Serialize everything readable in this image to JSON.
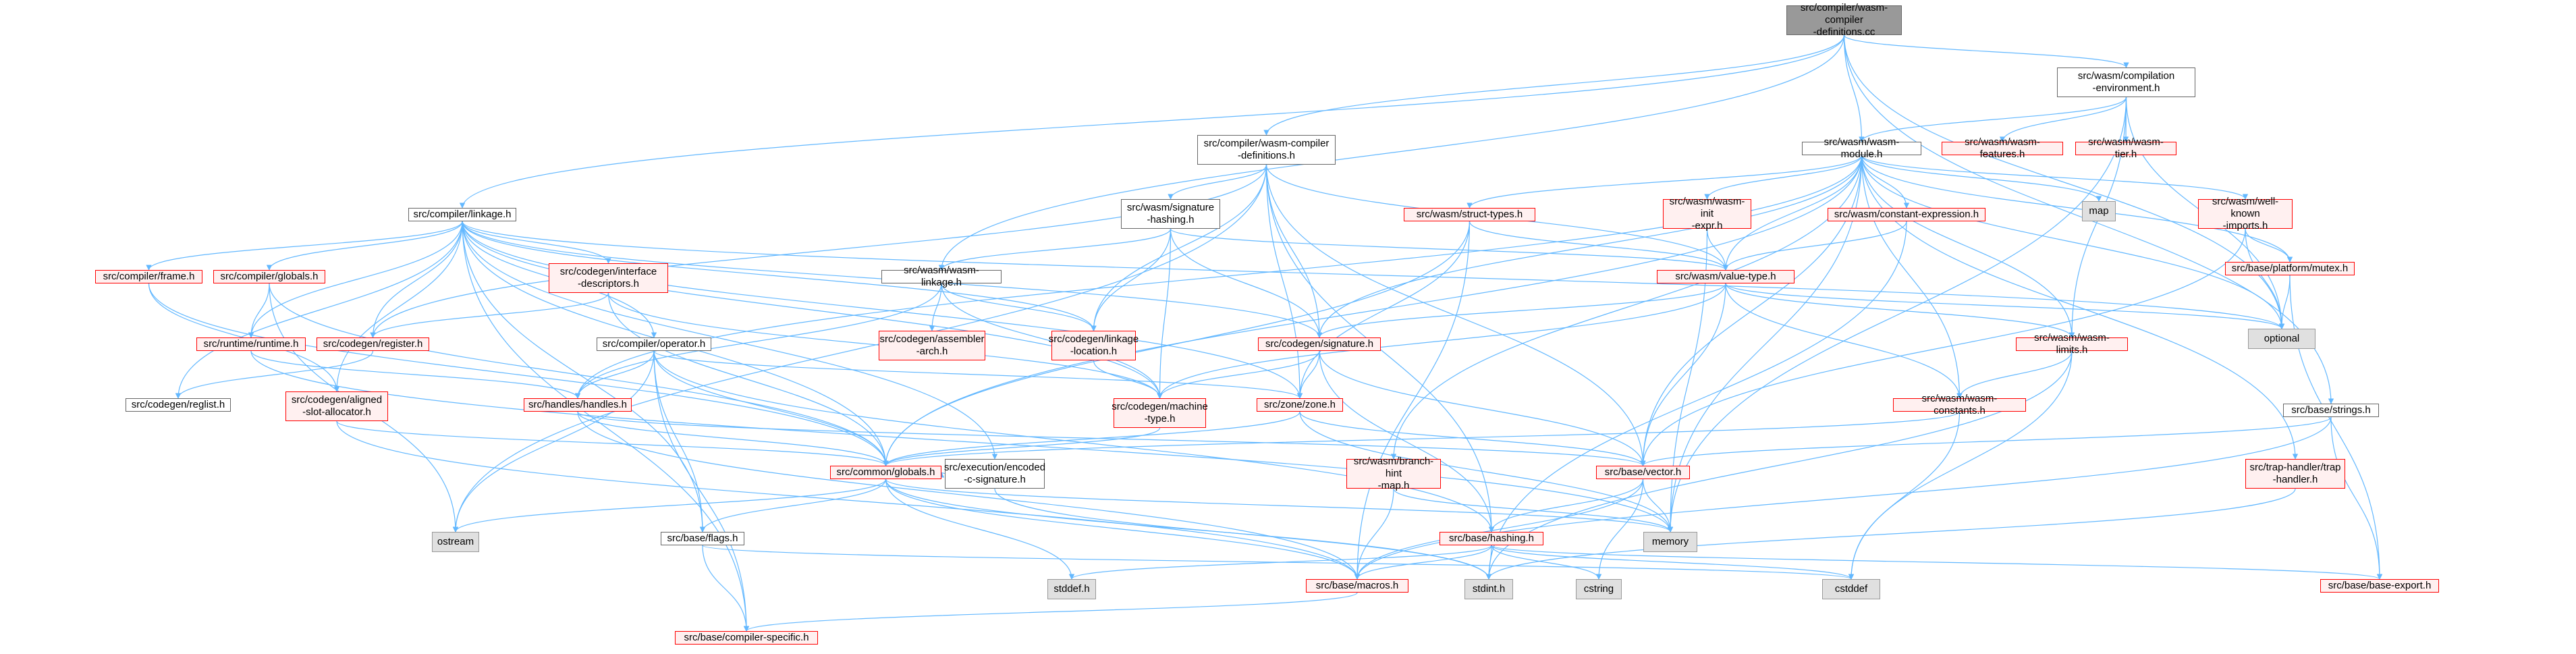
{
  "graph": {
    "nodes": [
      {
        "id": "root",
        "label": "src/compiler/wasm-compiler\n-definitions.cc",
        "kind": "root"
      },
      {
        "id": "compenv",
        "label": "src/wasm/compilation\n-environment.h",
        "kind": "internal"
      },
      {
        "id": "wcdh",
        "label": "src/compiler/wasm-compiler\n-definitions.h",
        "kind": "internal"
      },
      {
        "id": "wasmmodule",
        "label": "src/wasm/wasm-module.h",
        "kind": "internal"
      },
      {
        "id": "wasmfeatures",
        "label": "src/wasm/wasm-features.h",
        "kind": "missing"
      },
      {
        "id": "wasmtier",
        "label": "src/wasm/wasm-tier.h",
        "kind": "missing"
      },
      {
        "id": "linkage",
        "label": "src/compiler/linkage.h",
        "kind": "internal"
      },
      {
        "id": "sighash",
        "label": "src/wasm/signature\n-hashing.h",
        "kind": "internal"
      },
      {
        "id": "structtypes",
        "label": "src/wasm/struct-types.h",
        "kind": "missing"
      },
      {
        "id": "initexpr",
        "label": "src/wasm/wasm-init\n-expr.h",
        "kind": "missing"
      },
      {
        "id": "constexpr",
        "label": "src/wasm/constant-expression.h",
        "kind": "missing"
      },
      {
        "id": "map",
        "label": "map",
        "kind": "system"
      },
      {
        "id": "wellknown",
        "label": "src/wasm/well-known\n-imports.h",
        "kind": "missing"
      },
      {
        "id": "mutex",
        "label": "src/base/platform/mutex.h",
        "kind": "missing"
      },
      {
        "id": "optional",
        "label": "optional",
        "kind": "system"
      },
      {
        "id": "frame",
        "label": "src/compiler/frame.h",
        "kind": "missing"
      },
      {
        "id": "cglobals",
        "label": "src/compiler/globals.h",
        "kind": "missing"
      },
      {
        "id": "ifacedesc",
        "label": "src/codegen/interface\n-descriptors.h",
        "kind": "missing"
      },
      {
        "id": "wasmlinkage",
        "label": "src/wasm/wasm-linkage.h",
        "kind": "internal"
      },
      {
        "id": "valuetype",
        "label": "src/wasm/value-type.h",
        "kind": "missing"
      },
      {
        "id": "runtime",
        "label": "src/runtime/runtime.h",
        "kind": "missing"
      },
      {
        "id": "register",
        "label": "src/codegen/register.h",
        "kind": "missing"
      },
      {
        "id": "operator",
        "label": "src/compiler/operator.h",
        "kind": "internal"
      },
      {
        "id": "asmarch",
        "label": "src/codegen/assembler\n-arch.h",
        "kind": "missing"
      },
      {
        "id": "linkloc",
        "label": "src/codegen/linkage\n-location.h",
        "kind": "missing"
      },
      {
        "id": "signature",
        "label": "src/codegen/signature.h",
        "kind": "missing"
      },
      {
        "id": "wasmlimits",
        "label": "src/wasm/wasm-limits.h",
        "kind": "missing"
      },
      {
        "id": "reglist",
        "label": "src/codegen/reglist.h",
        "kind": "internal"
      },
      {
        "id": "slotalloc",
        "label": "src/codegen/aligned\n-slot-allocator.h",
        "kind": "missing"
      },
      {
        "id": "handles",
        "label": "src/handles/handles.h",
        "kind": "missing"
      },
      {
        "id": "machtype",
        "label": "src/codegen/machine\n-type.h",
        "kind": "missing"
      },
      {
        "id": "zone",
        "label": "src/zone/zone.h",
        "kind": "missing"
      },
      {
        "id": "wasmconst",
        "label": "src/wasm/wasm-constants.h",
        "kind": "missing"
      },
      {
        "id": "strings",
        "label": "src/base/strings.h",
        "kind": "internal"
      },
      {
        "id": "globals",
        "label": "src/common/globals.h",
        "kind": "missing"
      },
      {
        "id": "encsig",
        "label": "src/execution/encoded\n-c-signature.h",
        "kind": "internal"
      },
      {
        "id": "bhmap",
        "label": "src/wasm/branch-hint\n-map.h",
        "kind": "missing"
      },
      {
        "id": "vector",
        "label": "src/base/vector.h",
        "kind": "missing"
      },
      {
        "id": "traphandler",
        "label": "src/trap-handler/trap\n-handler.h",
        "kind": "missing"
      },
      {
        "id": "ostream",
        "label": "ostream",
        "kind": "system"
      },
      {
        "id": "flags",
        "label": "src/base/flags.h",
        "kind": "internal"
      },
      {
        "id": "memory",
        "label": "memory",
        "kind": "system"
      },
      {
        "id": "hashing",
        "label": "src/base/hashing.h",
        "kind": "missing"
      },
      {
        "id": "stddef",
        "label": "stddef.h",
        "kind": "system"
      },
      {
        "id": "macros",
        "label": "src/base/macros.h",
        "kind": "missing"
      },
      {
        "id": "stdint",
        "label": "stdint.h",
        "kind": "system"
      },
      {
        "id": "cstring",
        "label": "cstring",
        "kind": "system"
      },
      {
        "id": "cstddef",
        "label": "cstddef",
        "kind": "system"
      },
      {
        "id": "baseexport",
        "label": "src/base/base-export.h",
        "kind": "missing"
      },
      {
        "id": "compspec",
        "label": "src/base/compiler-specific.h",
        "kind": "missing"
      }
    ],
    "edges": [
      [
        "root",
        "compenv"
      ],
      [
        "root",
        "wcdh"
      ],
      [
        "root",
        "wasmmodule"
      ],
      [
        "root",
        "linkage"
      ],
      [
        "root",
        "wasmlinkage"
      ],
      [
        "root",
        "optional"
      ],
      [
        "root",
        "strings"
      ],
      [
        "compenv",
        "wasmfeatures"
      ],
      [
        "compenv",
        "wasmtier"
      ],
      [
        "compenv",
        "wasmmodule"
      ],
      [
        "compenv",
        "wasmlimits"
      ],
      [
        "compenv",
        "memory"
      ],
      [
        "compenv",
        "optional"
      ],
      [
        "wcdh",
        "sighash"
      ],
      [
        "wcdh",
        "signature"
      ],
      [
        "wcdh",
        "linkloc"
      ],
      [
        "wcdh",
        "valuetype"
      ],
      [
        "wcdh",
        "zone"
      ],
      [
        "wcdh",
        "hashing"
      ],
      [
        "wcdh",
        "ostream"
      ],
      [
        "wcdh",
        "vector"
      ],
      [
        "wcdh",
        "register"
      ],
      [
        "wasmmodule",
        "structtypes"
      ],
      [
        "wasmmodule",
        "initexpr"
      ],
      [
        "wasmmodule",
        "constexpr"
      ],
      [
        "wasmmodule",
        "map"
      ],
      [
        "wasmmodule",
        "wellknown"
      ],
      [
        "wasmmodule",
        "mutex"
      ],
      [
        "wasmmodule",
        "optional"
      ],
      [
        "wasmmodule",
        "wasmlimits"
      ],
      [
        "wasmmodule",
        "wasmconst"
      ],
      [
        "wasmmodule",
        "signature"
      ],
      [
        "wasmmodule",
        "handles"
      ],
      [
        "wasmmodule",
        "globals"
      ],
      [
        "wasmmodule",
        "bhmap"
      ],
      [
        "wasmmodule",
        "vector"
      ],
      [
        "wasmmodule",
        "traphandler"
      ],
      [
        "wasmmodule",
        "memory"
      ],
      [
        "wasmmodule",
        "valuetype"
      ],
      [
        "linkage",
        "frame"
      ],
      [
        "linkage",
        "cglobals"
      ],
      [
        "linkage",
        "ifacedesc"
      ],
      [
        "linkage",
        "operator"
      ],
      [
        "linkage",
        "runtime"
      ],
      [
        "linkage",
        "register"
      ],
      [
        "linkage",
        "reglist"
      ],
      [
        "linkage",
        "signature"
      ],
      [
        "linkage",
        "linkloc"
      ],
      [
        "linkage",
        "machtype"
      ],
      [
        "linkage",
        "zone"
      ],
      [
        "linkage",
        "globals"
      ],
      [
        "linkage",
        "flags"
      ],
      [
        "linkage",
        "compspec"
      ],
      [
        "linkage",
        "encsig"
      ],
      [
        "linkage",
        "optional"
      ],
      [
        "linkage",
        "slotalloc"
      ],
      [
        "sighash",
        "signature"
      ],
      [
        "sighash",
        "linkloc"
      ],
      [
        "sighash",
        "machtype"
      ],
      [
        "sighash",
        "wasmlinkage"
      ],
      [
        "sighash",
        "valuetype"
      ],
      [
        "structtypes",
        "valuetype"
      ],
      [
        "structtypes",
        "zone"
      ],
      [
        "structtypes",
        "globals"
      ],
      [
        "structtypes",
        "macros"
      ],
      [
        "initexpr",
        "valuetype"
      ],
      [
        "initexpr",
        "memory"
      ],
      [
        "constexpr",
        "valuetype"
      ],
      [
        "constexpr",
        "stdint"
      ],
      [
        "wellknown",
        "mutex"
      ],
      [
        "wellknown",
        "vector"
      ],
      [
        "wellknown",
        "optional"
      ],
      [
        "mutex",
        "optional"
      ],
      [
        "mutex",
        "baseexport"
      ],
      [
        "frame",
        "slotalloc"
      ],
      [
        "frame",
        "globals"
      ],
      [
        "cglobals",
        "runtime"
      ],
      [
        "cglobals",
        "globals"
      ],
      [
        "cglobals",
        "ostream"
      ],
      [
        "ifacedesc",
        "register"
      ],
      [
        "ifacedesc",
        "machtype"
      ],
      [
        "ifacedesc",
        "globals"
      ],
      [
        "wasmlinkage",
        "asmarch"
      ],
      [
        "wasmlinkage",
        "linkloc"
      ],
      [
        "wasmlinkage",
        "machtype"
      ],
      [
        "wasmlinkage",
        "handles"
      ],
      [
        "valuetype",
        "signature"
      ],
      [
        "valuetype",
        "machtype"
      ],
      [
        "valuetype",
        "wasmconst"
      ],
      [
        "valuetype",
        "vector"
      ],
      [
        "valuetype",
        "wasmlimits"
      ],
      [
        "valuetype",
        "optional"
      ],
      [
        "runtime",
        "handles"
      ],
      [
        "runtime",
        "memory"
      ],
      [
        "register",
        "reglist"
      ],
      [
        "operator",
        "handles"
      ],
      [
        "operator",
        "zone"
      ],
      [
        "operator",
        "globals"
      ],
      [
        "operator",
        "flags"
      ],
      [
        "operator",
        "compspec"
      ],
      [
        "operator",
        "ostream"
      ],
      [
        "operator",
        "hashing"
      ],
      [
        "linkloc",
        "machtype"
      ],
      [
        "signature",
        "zone"
      ],
      [
        "signature",
        "machtype"
      ],
      [
        "signature",
        "hashing"
      ],
      [
        "signature",
        "vector"
      ],
      [
        "wasmlimits",
        "wasmconst"
      ],
      [
        "wasmlimits",
        "cstddef"
      ],
      [
        "wasmlimits",
        "stdint"
      ],
      [
        "slotalloc",
        "globals"
      ],
      [
        "slotalloc",
        "macros"
      ],
      [
        "handles",
        "globals"
      ],
      [
        "handles",
        "macros"
      ],
      [
        "handles",
        "vector"
      ],
      [
        "machtype",
        "globals"
      ],
      [
        "zone",
        "globals"
      ],
      [
        "zone",
        "vector"
      ],
      [
        "zone",
        "memory"
      ],
      [
        "wasmconst",
        "globals"
      ],
      [
        "wasmconst",
        "cstddef"
      ],
      [
        "strings",
        "vector"
      ],
      [
        "strings",
        "baseexport"
      ],
      [
        "strings",
        "macros"
      ],
      [
        "globals",
        "ostream"
      ],
      [
        "globals",
        "flags"
      ],
      [
        "globals",
        "memory"
      ],
      [
        "globals",
        "stddef"
      ],
      [
        "globals",
        "macros"
      ],
      [
        "globals",
        "stdint"
      ],
      [
        "encsig",
        "globals"
      ],
      [
        "encsig",
        "stdint"
      ],
      [
        "bhmap",
        "macros"
      ],
      [
        "bhmap",
        "memory"
      ],
      [
        "vector",
        "hashing"
      ],
      [
        "vector",
        "macros"
      ],
      [
        "vector",
        "memory"
      ],
      [
        "vector",
        "cstring"
      ],
      [
        "traphandler",
        "stdint"
      ],
      [
        "flags",
        "compspec"
      ],
      [
        "flags",
        "cstddef"
      ],
      [
        "hashing",
        "macros"
      ],
      [
        "hashing",
        "stdint"
      ],
      [
        "hashing",
        "stddef"
      ],
      [
        "hashing",
        "cstring"
      ],
      [
        "hashing",
        "cstddef"
      ],
      [
        "hashing",
        "baseexport"
      ],
      [
        "macros",
        "compspec"
      ]
    ]
  },
  "colors": {
    "edge": "#63b8ff",
    "root_fill": "#999999",
    "missing_border": "#ff0000",
    "missing_fill": "#fff0f0",
    "system_fill": "#e0e0e0"
  }
}
